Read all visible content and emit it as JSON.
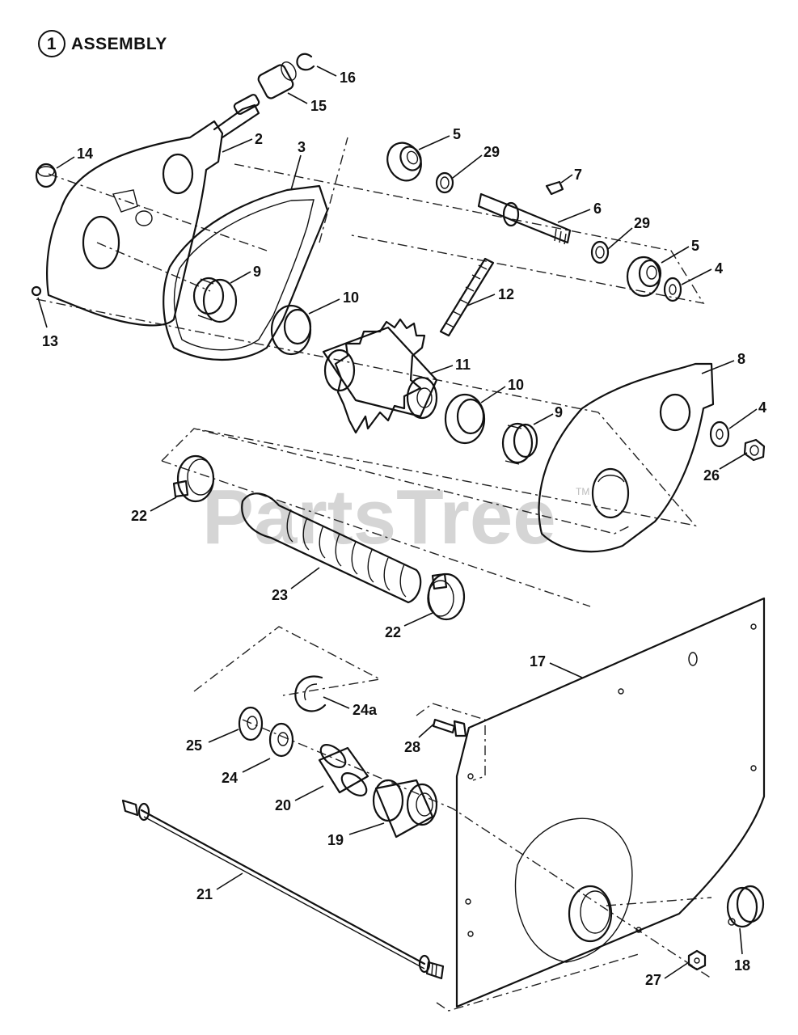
{
  "title": {
    "number": "1",
    "text": "ASSEMBLY"
  },
  "watermark": {
    "text": "PartsTree",
    "mark": "TM"
  },
  "callouts": [
    {
      "id": "c16",
      "label": "16"
    },
    {
      "id": "c15",
      "label": "15"
    },
    {
      "id": "c2",
      "label": "2"
    },
    {
      "id": "c3",
      "label": "3"
    },
    {
      "id": "c14",
      "label": "14"
    },
    {
      "id": "c9a",
      "label": "9"
    },
    {
      "id": "c13",
      "label": "13"
    },
    {
      "id": "c10a",
      "label": "10"
    },
    {
      "id": "c5a",
      "label": "5"
    },
    {
      "id": "c29a",
      "label": "29"
    },
    {
      "id": "c7",
      "label": "7"
    },
    {
      "id": "c6",
      "label": "6"
    },
    {
      "id": "c29b",
      "label": "29"
    },
    {
      "id": "c5b",
      "label": "5"
    },
    {
      "id": "c4a",
      "label": "4"
    },
    {
      "id": "c12",
      "label": "12"
    },
    {
      "id": "c11",
      "label": "11"
    },
    {
      "id": "c10b",
      "label": "10"
    },
    {
      "id": "c9b",
      "label": "9"
    },
    {
      "id": "c8",
      "label": "8"
    },
    {
      "id": "c4b",
      "label": "4"
    },
    {
      "id": "c26",
      "label": "26"
    },
    {
      "id": "c22a",
      "label": "22"
    },
    {
      "id": "c23",
      "label": "23"
    },
    {
      "id": "c22b",
      "label": "22"
    },
    {
      "id": "c17",
      "label": "17"
    },
    {
      "id": "c24a",
      "label": "24a"
    },
    {
      "id": "c25",
      "label": "25"
    },
    {
      "id": "c28",
      "label": "28"
    },
    {
      "id": "c24",
      "label": "24"
    },
    {
      "id": "c20",
      "label": "20"
    },
    {
      "id": "c19",
      "label": "19"
    },
    {
      "id": "c21",
      "label": "21"
    },
    {
      "id": "c18",
      "label": "18"
    },
    {
      "id": "c27",
      "label": "27"
    }
  ]
}
